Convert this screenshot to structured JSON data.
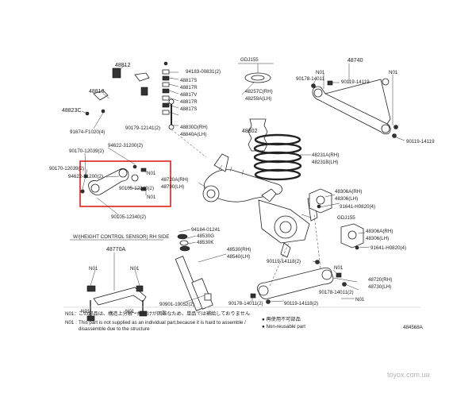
{
  "labels": {
    "l48812": "48812",
    "l94183": "94183-00831(2)",
    "l48817S_1": "48817S",
    "l48817R_1": "48817R",
    "l48817V": "48817V",
    "l48817R_2": "48817R",
    "l48817S_2": "48817S",
    "l48818": "48818",
    "l48823C": "48823C",
    "l91674": "91674-F1020(4)",
    "l90179": "90179-12141(2)",
    "l48830": "48830D(RH)",
    "l48840": "48840A(LH)",
    "lgdj155a": "GDJ155",
    "l48257": "48257C(RH)",
    "l48259": "48259A(LH)",
    "l48302": "48302",
    "l48740": "48740",
    "l90178a": "90178-14011",
    "lN01a": "N01",
    "lN01b": "N01",
    "l90119a": "90119-14119",
    "l90119b": "90119-14119",
    "l94622a": "94622-31200(2)",
    "l90170a": "90170-12039(2)",
    "l90170b": "90170-12039(2)",
    "l94622b": "94622-31200(2)",
    "lN01c": "N01",
    "lN01d": "N01",
    "l90105a": "90105-12340(2)",
    "l90105b": "90105-12340(2)",
    "l48720A": "48720A(RH)",
    "l48790": "48790(LH)",
    "l48231A": "48231A(RH)",
    "l48231B": "48231B(LH)",
    "l48306A": "48306A(RH)",
    "l48306a": "48306(LH)",
    "l91641a": "91641-H0820(4)",
    "lgdj155b": "GDJ155",
    "l48306A2": "48306A(RH)",
    "l48306b": "48306(LH)",
    "l91641b": "91641-H0820(4)",
    "lsensor": "W/(HEIGHT CONTROL SENSOR) RH SIDE",
    "l48770A": "48770A",
    "lN01e": "N01",
    "lN01f": "N01",
    "lN01g": "N01",
    "lN01h": "N01",
    "l94184": "94184-01241",
    "l48530G": "48530G",
    "l48530K": "48530K",
    "l48530": "48530(RH)",
    "l48540": "48540(LH)",
    "l90119c": "90119-14118(2)",
    "lN01i": "N01",
    "l48720": "48720(RH)",
    "l48730": "48730(LH)",
    "l90178b": "90178-14011(2)",
    "lN01j": "N01",
    "l90178c": "90178-14011(2)",
    "l90119d": "90119-14118(2)",
    "l90901": "90901-19052(2)"
  },
  "footnotes": {
    "n01_label": "N01：",
    "n01_jp": "この部品は、構造上分解・組付けが困難なため、単品では補給しておりません",
    "n01_prefix": "N01 :",
    "n01_en_1": "This part is not supplied as an individual part,because it is hard to assemble /",
    "n01_en_2": "disassemble due to the structure",
    "legend_jp": "● 再使用不可部品",
    "legend_en": "● Non-reusable part",
    "diagram_number": "484568A"
  },
  "watermark": "toyox.com.ua",
  "colors": {
    "highlight_box": "#e0201b",
    "line": "#333333",
    "background": "#ffffff",
    "watermark": "#b5b5b5"
  }
}
